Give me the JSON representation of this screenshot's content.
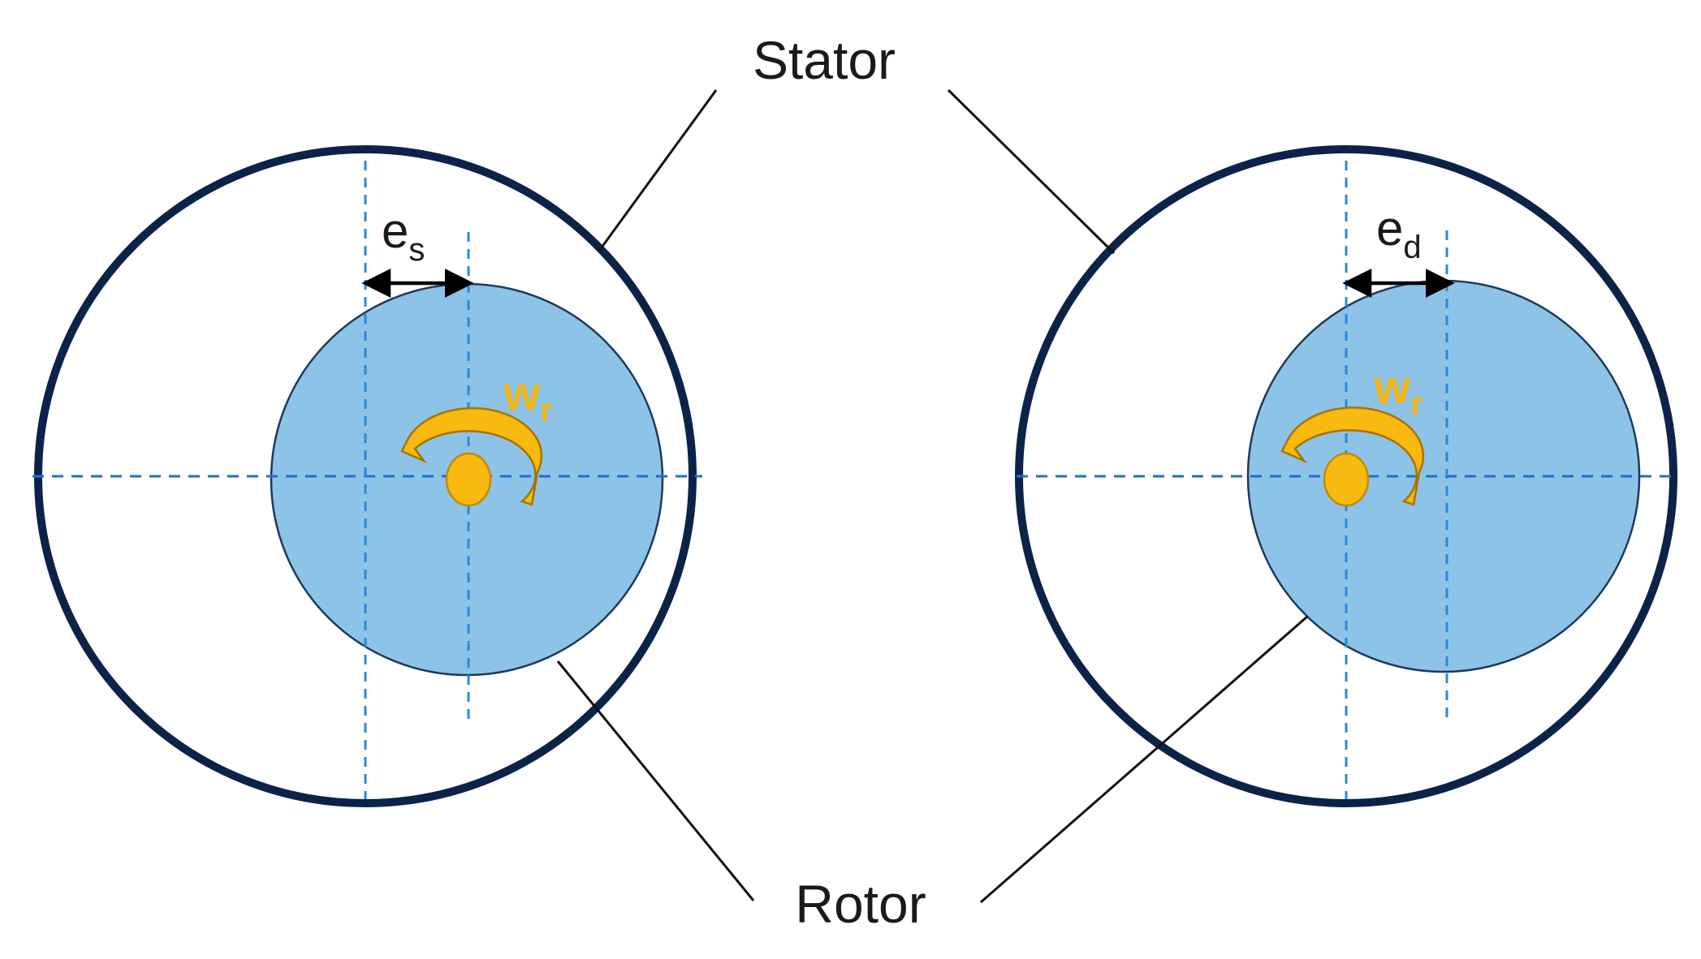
{
  "labels": {
    "stator": "Stator",
    "rotor": "Rotor"
  },
  "left_panel": {
    "eccentricity_symbol": "e",
    "eccentricity_subscript": "s",
    "speed_symbol": "w",
    "speed_subscript": "r"
  },
  "right_panel": {
    "eccentricity_symbol": "e",
    "eccentricity_subscript": "d",
    "speed_symbol": "w",
    "speed_subscript": "r"
  },
  "colors": {
    "stator_ring": "#0b2348",
    "rotor_fill": "#8ec3e8",
    "shaft": "#f8b910",
    "speed_label": "#f3b616",
    "centerline": "#1f6fcf"
  }
}
